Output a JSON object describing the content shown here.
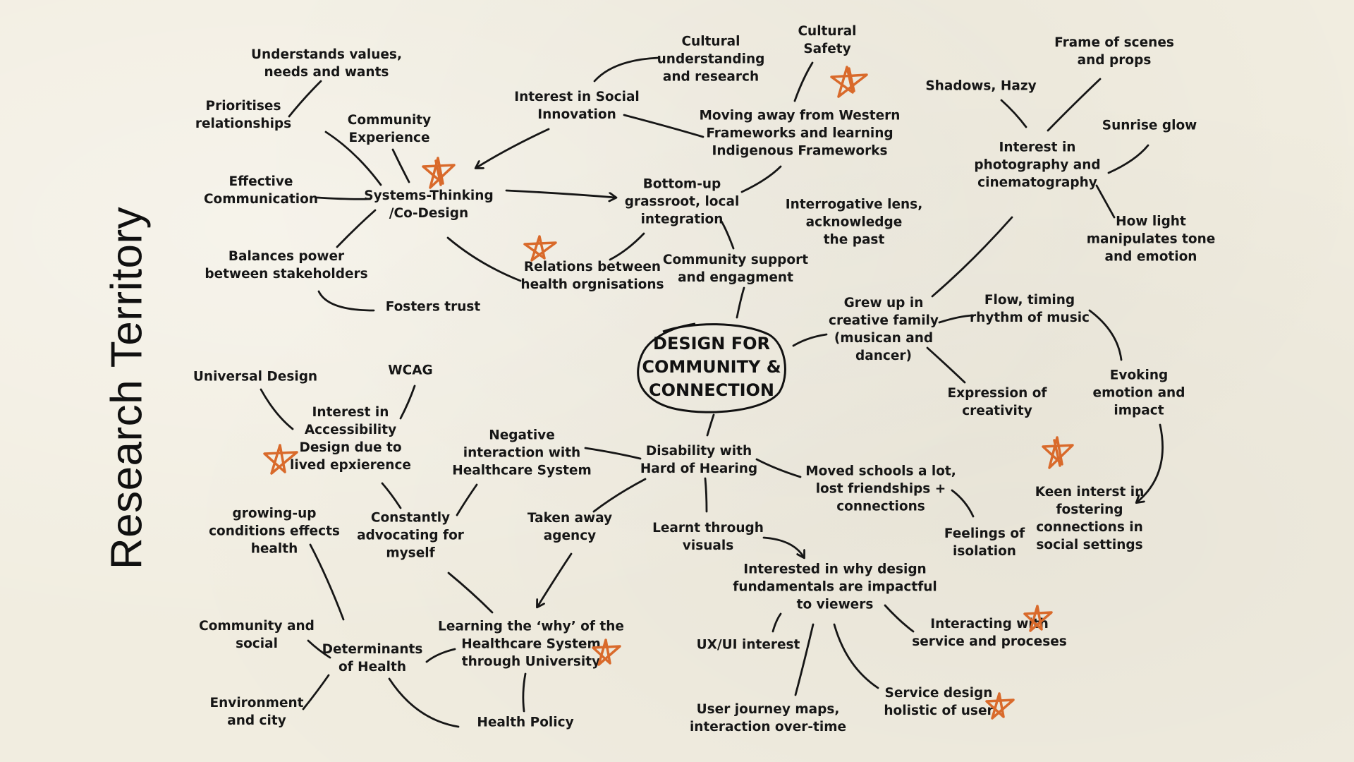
{
  "title": "Research Territory",
  "center": "DESIGN FOR\nCOMMUNITY &\nCONNECTION",
  "colors": {
    "background": "#f1ede0",
    "ink": "#161616",
    "star": "#d96a2b"
  },
  "nodes": {
    "understands_values": "Understands values,\nneeds and wants",
    "prioritises_relationships": "Prioritises\nrelationships",
    "community_experience": "Community\nExperience",
    "effective_communication": "Effective\nCommunication",
    "systems_thinking": "Systems-Thinking\n/Co-Design",
    "balances_power": "Balances power\nbetween stakeholders",
    "fosters_trust": "Fosters trust",
    "cultural_understanding": "Cultural\nunderstanding\nand research",
    "interest_social_innovation": "Interest in Social\nInnovation",
    "cultural_safety": "Cultural\nSafety",
    "moving_away": "Moving away from Western\nFrameworks and learning\nIndigenous Frameworks",
    "bottom_up": "Bottom-up\ngrassroot, local\nintegration",
    "relations_health": "Relations between\nhealth orgnisations",
    "community_support": "Community support\nand engagment",
    "interrogative_lens": "Interrogative lens,\nacknowledge\nthe past",
    "frame_of_scenes": "Frame of scenes\nand props",
    "shadows_hazy": "Shadows, Hazy",
    "sunrise_glow": "Sunrise glow",
    "interest_photography": "Interest in\nphotography and\ncinematography",
    "how_light": "How light\nmanipulates tone\nand emotion",
    "grew_up": "Grew up in\ncreative family\n(musican and\ndancer)",
    "flow_timing": "Flow, timing\nrhythm of music",
    "expression_creativity": "Expression of\ncreativity",
    "evoking_emotion": "Evoking\nemotion and\nimpact",
    "keen_interest": "Keen interst in\nfostering\nconnections in\nsocial settings",
    "universal_design": "Universal Design",
    "wcag": "WCAG",
    "interest_accessibility": "Interest in\nAccessibility\nDesign due to\nlived epxierence",
    "negative_interaction": "Negative\ninteraction with\nHealthcare System",
    "disability": "Disability with\nHard of Hearing",
    "moved_schools": "Moved schools a lot,\nlost friendships +\nconnections",
    "feelings_isolation": "Feelings of\nisolation",
    "growing_up": "growing-up\nconditions effects\nhealth",
    "constantly_advocating": "Constantly\nadvocating for\nmyself",
    "taken_away": "Taken away\nagency",
    "learnt_visuals": "Learnt through\nvisuals",
    "interested_why_design": "Interested in why design\nfundamentals are impactful\nto viewers",
    "community_social": "Community and\nsocial",
    "determinants": "Determinants\nof Health",
    "learning_why": "Learning the ‘why’ of the\nHealthcare System\nthrough University",
    "ux_ui": "UX/UI interest",
    "interacting_service": "Interacting with\nservice and proceses",
    "environment_city": "Environment\nand city",
    "health_policy": "Health Policy",
    "user_journey": "User journey maps,\ninteraction over-time",
    "service_design": "Service design\nholistic of user"
  }
}
